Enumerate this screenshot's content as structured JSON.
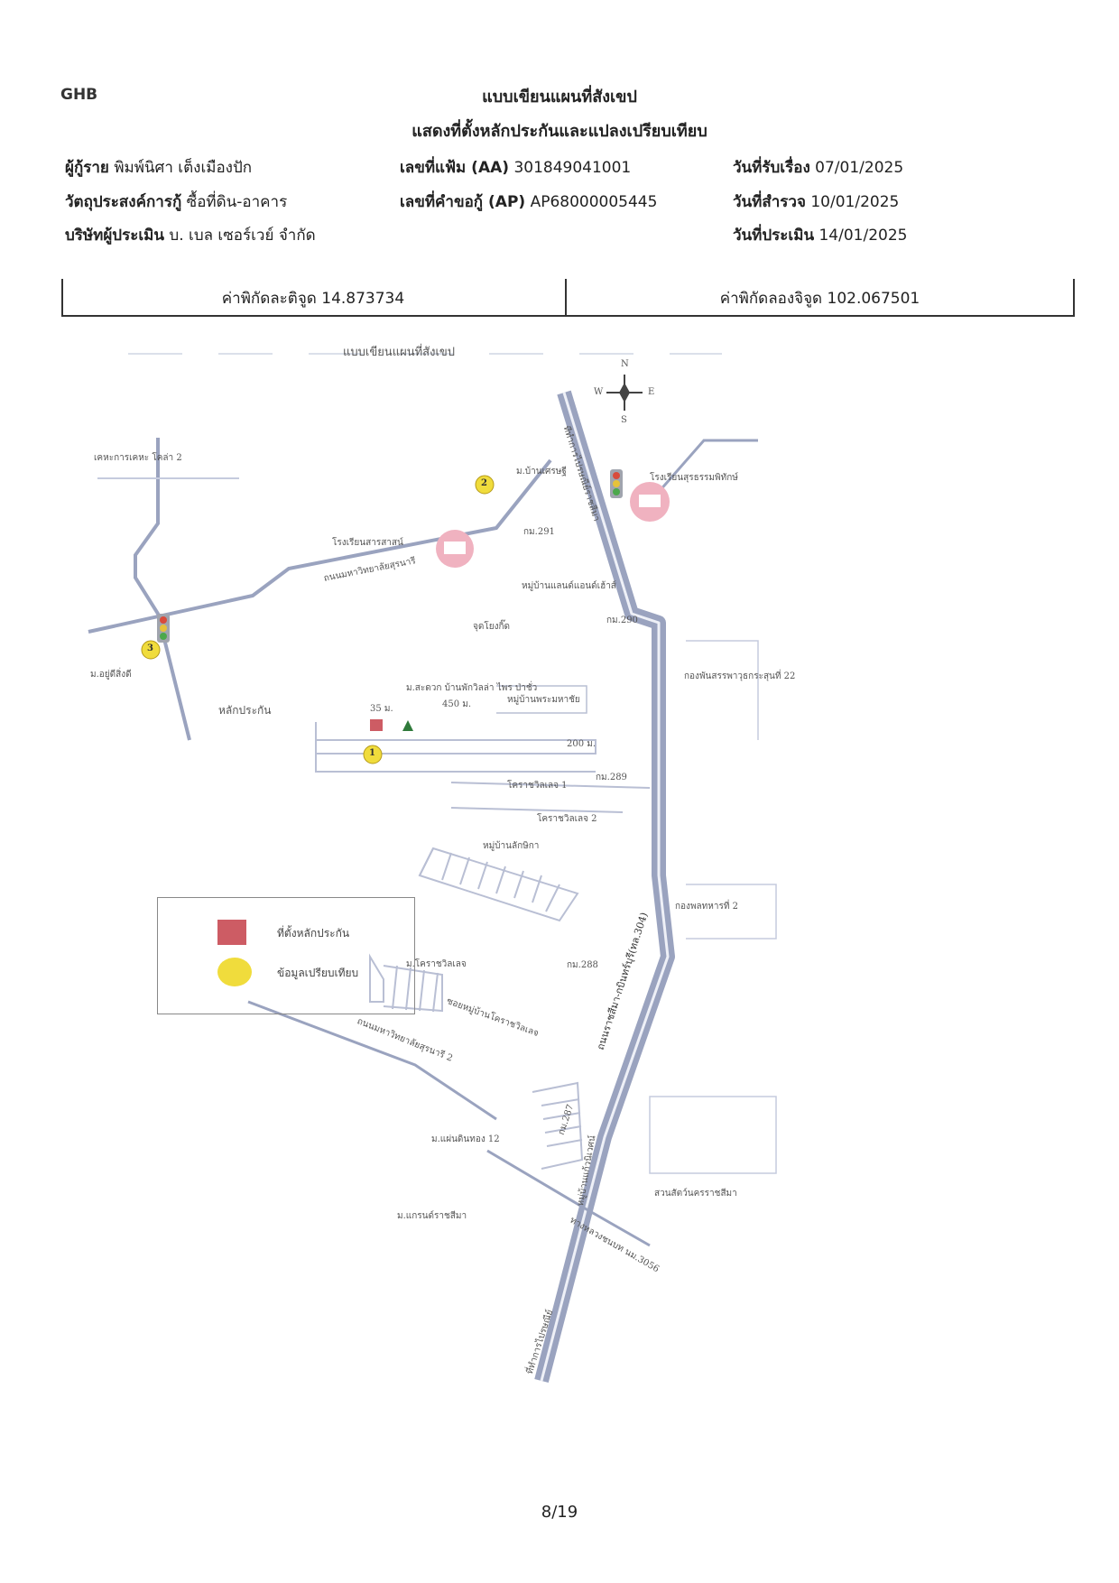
{
  "header": {
    "brand": "GHB",
    "title_line1": "แบบเขียนแผนที่สังเขป",
    "title_line2": "แสดงที่ตั้งหลักประกันและแปลงเปรียบเทียบ"
  },
  "info": {
    "borrower_label": "ผู้กู้ราย",
    "borrower_value": "พิมพ์นิศา เต็งเมืองปัก",
    "purpose_label": "วัตถุประสงค์การกู้",
    "purpose_value": "ซื้อที่ดิน-อาคาร",
    "appraiser_label": "บริษัทผู้ประเมิน",
    "appraiser_value": "บ. เบล เซอร์เวย์ จำกัด",
    "file_label": "เลขที่แฟ้ม (AA)",
    "file_value": "301849041001",
    "request_label": "เลขที่คำขอกู้ (AP)",
    "request_value": "AP68000005445",
    "received_label": "วันที่รับเรื่อง",
    "received_value": "07/01/2025",
    "survey_label": "วันที่สำรวจ",
    "survey_value": "10/01/2025",
    "assess_label": "วันที่ประเมิน",
    "assess_value": "14/01/2025"
  },
  "coords": {
    "lat": "ค่าพิกัดละติจูด 14.873734",
    "lng": "ค่าพิกัดลองจิจูด 102.067501"
  },
  "map": {
    "heading": "แบบเขียนแผนที่สังเขป",
    "compass": {
      "n": "N",
      "s": "S",
      "e": "E",
      "w": "W"
    },
    "labels": {
      "l_hwy": "ถนนราชสีมา-กบินทร์บุรี(ทล.304)",
      "l_chokchai": "ทีทำการไปรษณีย์ราชสีมา",
      "l_school1": "โรงเรียนสุรธรรมพิทักษ์",
      "l_school2": "โรงเรียนสารสาสน์",
      "l_road1": "ถนนมหาวิทยาลัยสุรนารี",
      "l_road2": "ถนนมหาวิทยาลัยสุรนารี 2",
      "l_m1": "ม.บ้านเศรษฐี",
      "l_m2": "เคหะการเคหะ โคล่า 2",
      "l_m3": "ม.อยู่ดีสิ่งดี",
      "l_vill1": "หมู่บ้านแลนด์แอนด์เฮ้าส์",
      "l_kor290": "กม.290",
      "l_kor291": "กม.291",
      "l_kor289": "กม.289",
      "l_kor288": "กม.288",
      "l_junction": "จุดโยงกิ๊ด",
      "l_dist1": "35 ม.",
      "l_dist2": "450 ม.",
      "l_dist3": "200 ม.",
      "l_collat": "หลักประกัน",
      "l_army": "กองพันสรรพาวุธกระสุนที่ 22",
      "l_korat1": "โคราชวิลเลจ 1",
      "l_korat2": "โคราชวิลเลจ 2",
      "l_vill2": "หมู่บ้านลักษิกา",
      "l_army2": "กองพลทหารที่ 2",
      "l_mkorat": "ม.โคราชวิลเลจ",
      "l_alley": "ซอยหมู่บ้านโคราชวิลเลจ",
      "l_m12": "ม.แผ่นดินทอง 12",
      "l_mgrand": "ม.แกรนด์ราชสีมา",
      "l_park": "สวนสัตว์นครราชสีมา",
      "l_khlong": "ทางหลวงชนบท นม.3056",
      "l_vill3": "หมู่บ้านแก้วนิเวศน์",
      "l_post": "ที่ทำการไปรษณีย์",
      "l_kor287": "กม.287",
      "l_villtext": "หมู่บ้านพระมหาชัย",
      "l_ban1": "ม.สะดวก บ้านพักวิลล่า ไพร ป่าชั่ว"
    }
  },
  "legend": {
    "collateral": "ที่ตั้งหลักประกัน",
    "comparison": "ข้อมูลเปรียบเทียบ",
    "collateral_color": "#cd5c64",
    "comparison_color": "#f0dc3c"
  },
  "markers": [
    "1",
    "2",
    "3"
  ],
  "footer": {
    "page": "8/19"
  }
}
